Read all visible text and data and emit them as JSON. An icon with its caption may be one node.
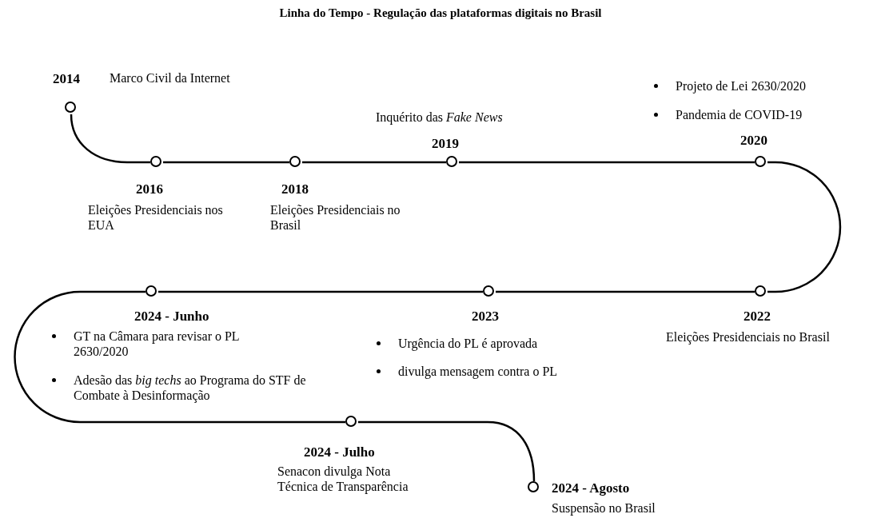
{
  "diagram": {
    "title": "Linha do Tempo - Regulação das plataformas digitais no Brasil",
    "nodes": [
      {
        "text": [],
        "shape": "circle",
        "beside": [
          "2014",
          "Marco Civil da Internet"
        ]
      },
      {
        "text": [],
        "shape": "circle",
        "beside": [
          "2016",
          "Eleições Presidenciais nos EUA"
        ]
      },
      {
        "text": [],
        "shape": "circle",
        "beside": [
          "2018",
          "Eleições Presidenciais no Brasil"
        ]
      },
      {
        "text": [],
        "shape": "circle",
        "beside": [
          "Inquérito das *Fake News*",
          "2019"
        ]
      },
      {
        "text": [],
        "shape": "circle",
        "beside": [
          "Projeto de Lei 2630/2020",
          "Pandemia de COVID-19",
          "2020"
        ]
      },
      {
        "text": [],
        "shape": "circle",
        "beside": [
          "2022",
          "Eleições Presidenciais no Brasil"
        ]
      },
      {
        "text": [],
        "shape": "circle",
        "beside": [
          "2023",
          "Urgência do PL é aprovada",
          "divulga mensagem contra o PL"
        ]
      },
      {
        "text": [],
        "shape": "circle",
        "beside": [
          "2024 - Junho",
          "GT na Câmara para revisar o PL 2630/2020",
          "Adesão das *big techs* ao Programa do STF de Combate à Desinformação"
        ]
      },
      {
        "text": [],
        "shape": "circle",
        "beside": [
          "2024 - Julho",
          "Senacon divulga Nota Técnica de Transparência"
        ]
      },
      {
        "text": [],
        "shape": "circle",
        "beside": [
          "2024 - Agosto",
          "Suspensão no Brasil"
        ]
      }
    ],
    "edges": [
      {
        "from": 0,
        "to": 1,
        "arrow": "none"
      },
      {
        "from": 1,
        "to": 2,
        "arrow": "none"
      },
      {
        "from": 2,
        "to": 3,
        "arrow": "none"
      },
      {
        "from": 3,
        "to": 4,
        "arrow": "none"
      },
      {
        "from": 4,
        "to": 5,
        "arrow": "none"
      },
      {
        "from": 5,
        "to": 6,
        "arrow": "none"
      },
      {
        "from": 6,
        "to": 7,
        "arrow": "none"
      },
      {
        "from": 7,
        "to": 8,
        "arrow": "none"
      },
      {
        "from": 8,
        "to": 9,
        "arrow": "none"
      }
    ]
  }
}
